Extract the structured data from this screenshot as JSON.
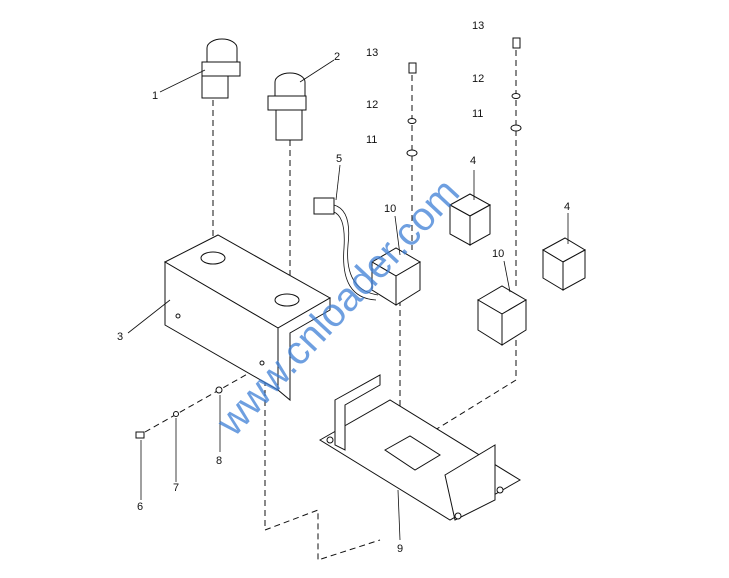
{
  "watermark": "www.cnloader.com",
  "callouts": {
    "c1": "1",
    "c2": "2",
    "c3": "3",
    "c4a": "4",
    "c4b": "4",
    "c5": "5",
    "c6": "6",
    "c7": "7",
    "c8": "8",
    "c9": "9",
    "c10a": "10",
    "c10b": "10",
    "c11a": "11",
    "c11b": "11",
    "c12a": "12",
    "c12b": "12",
    "c13a": "13",
    "c13b": "13"
  }
}
